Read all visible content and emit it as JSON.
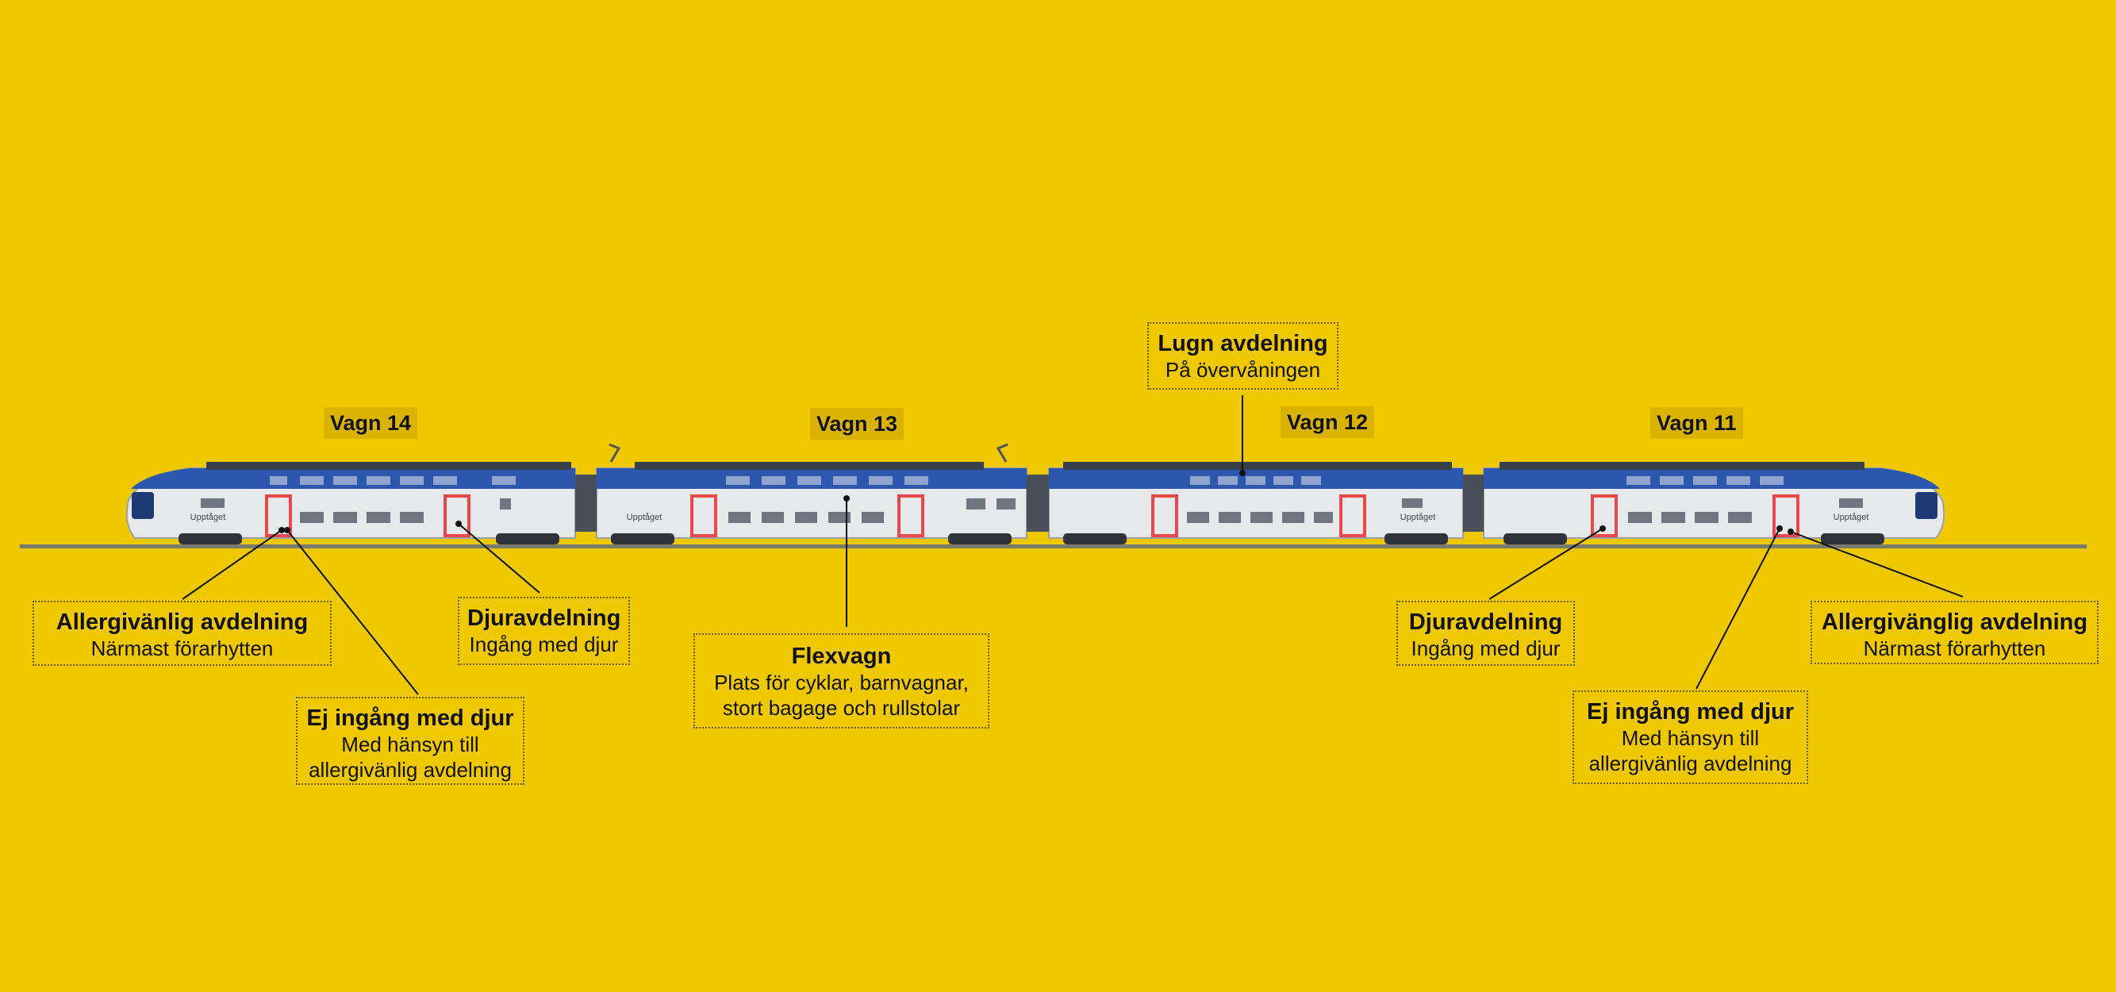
{
  "colors": {
    "background": "#f0c800",
    "train_blue": "#2b58ad",
    "train_body": "#e6e8ea",
    "door_red": "#e8474b",
    "window_grey": "#6f7680"
  },
  "train": {
    "livery_label": "Upptåget"
  },
  "wagons": [
    {
      "label": "Vagn 14"
    },
    {
      "label": "Vagn 13"
    },
    {
      "label": "Vagn 12"
    },
    {
      "label": "Vagn 11"
    }
  ],
  "callouts": {
    "lugn": {
      "title": "Lugn avdelning",
      "subtitle": "På övervåningen"
    },
    "allergy_left": {
      "title": "Allergivänlig avdelning",
      "subtitle": "Närmast förarhytten"
    },
    "pets_left": {
      "title": "Djuravdelning",
      "subtitle": "Ingång med djur"
    },
    "nopets_left": {
      "title": "Ej ingång med djur",
      "subtitle_1": "Med hänsyn till",
      "subtitle_2": "allergivänlig avdelning"
    },
    "flex": {
      "title": "Flexvagn",
      "subtitle_1": "Plats för cyklar, barnvagnar,",
      "subtitle_2": "stort bagage och rullstolar"
    },
    "pets_right": {
      "title": "Djuravdelning",
      "subtitle": "Ingång med djur"
    },
    "nopets_right": {
      "title": "Ej ingång med djur",
      "subtitle_1": "Med hänsyn till",
      "subtitle_2": "allergivänlig avdelning"
    },
    "allergy_right": {
      "title": "Allergivänglig avdelning",
      "subtitle": "Närmast förarhytten"
    }
  }
}
